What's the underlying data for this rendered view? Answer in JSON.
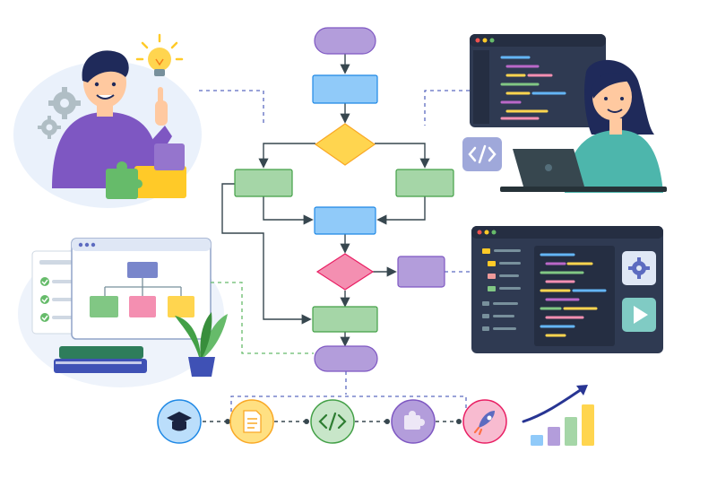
{
  "illustration": {
    "theme": "software-development-flowchart",
    "flowchart": {
      "nodes": [
        {
          "id": "start",
          "shape": "terminal",
          "color": "#b39ddb"
        },
        {
          "id": "process-1",
          "shape": "process",
          "color": "#90caf9"
        },
        {
          "id": "decision-1",
          "shape": "decision",
          "color": "#ffd54f"
        },
        {
          "id": "left-branch",
          "shape": "process",
          "color": "#a5d6a7"
        },
        {
          "id": "right-branch",
          "shape": "process",
          "color": "#a5d6a7"
        },
        {
          "id": "merge",
          "shape": "process",
          "color": "#90caf9"
        },
        {
          "id": "decision-2",
          "shape": "decision",
          "color": "#f48fb1"
        },
        {
          "id": "side-output",
          "shape": "process",
          "color": "#b39ddb"
        },
        {
          "id": "process-3",
          "shape": "process",
          "color": "#a5d6a7"
        },
        {
          "id": "end",
          "shape": "terminal",
          "color": "#b39ddb"
        }
      ]
    },
    "timeline": {
      "steps": [
        {
          "icon": "graduation-cap-icon",
          "color": "#90caf9"
        },
        {
          "icon": "document-icon",
          "color": "#ffd54f"
        },
        {
          "icon": "code-icon",
          "color": "#a5d6a7"
        },
        {
          "icon": "puzzle-icon",
          "color": "#b39ddb"
        },
        {
          "icon": "rocket-icon",
          "color": "#f8bbd0"
        }
      ]
    },
    "growth_chart": {
      "bars": [
        {
          "value": 0.25,
          "color": "#90caf9"
        },
        {
          "value": 0.45,
          "color": "#b39ddb"
        },
        {
          "value": 0.7,
          "color": "#a5d6a7"
        },
        {
          "value": 1.0,
          "color": "#ffd54f"
        }
      ]
    },
    "colors": {
      "skin": "#ffc9a0",
      "hair": "#1f2a5a",
      "editor_bg": "#2f3a52",
      "editor_dark": "#252e42",
      "connector": "#37474f",
      "dashed": "#5c6bc0"
    },
    "icons": [
      "light-bulb-icon",
      "gear-icon",
      "puzzle-icon",
      "code-tag-icon",
      "play-icon",
      "folder-icon",
      "check-icon",
      "plant-icon",
      "books-icon",
      "laptop-icon"
    ]
  }
}
